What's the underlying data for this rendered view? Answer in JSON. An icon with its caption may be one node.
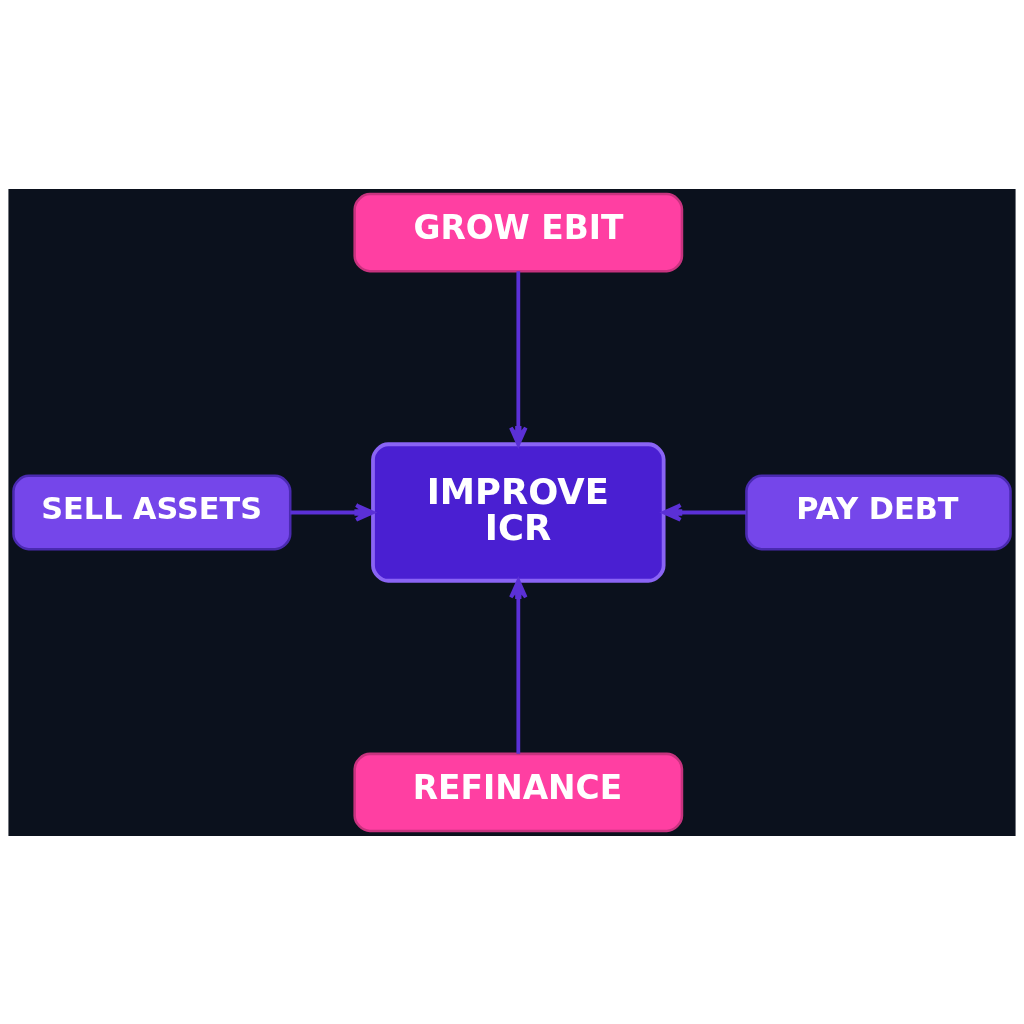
{
  "diagram": {
    "nodes": [
      {
        "text": [
          "GROW EBIT"
        ]
      },
      {
        "text": [
          "SELL ASSETS"
        ]
      },
      {
        "text": [
          "IMPROVE ICR"
        ]
      },
      {
        "text": [
          "PAY DEBT"
        ]
      },
      {
        "text": [
          "REFINANCE"
        ]
      }
    ],
    "edges": [
      {
        "from": 0,
        "to": 2,
        "arrow": "to"
      },
      {
        "from": 1,
        "to": 2,
        "arrow": "to"
      },
      {
        "from": 3,
        "to": 2,
        "arrow": "to"
      },
      {
        "from": 4,
        "to": 2,
        "arrow": "to"
      }
    ]
  }
}
